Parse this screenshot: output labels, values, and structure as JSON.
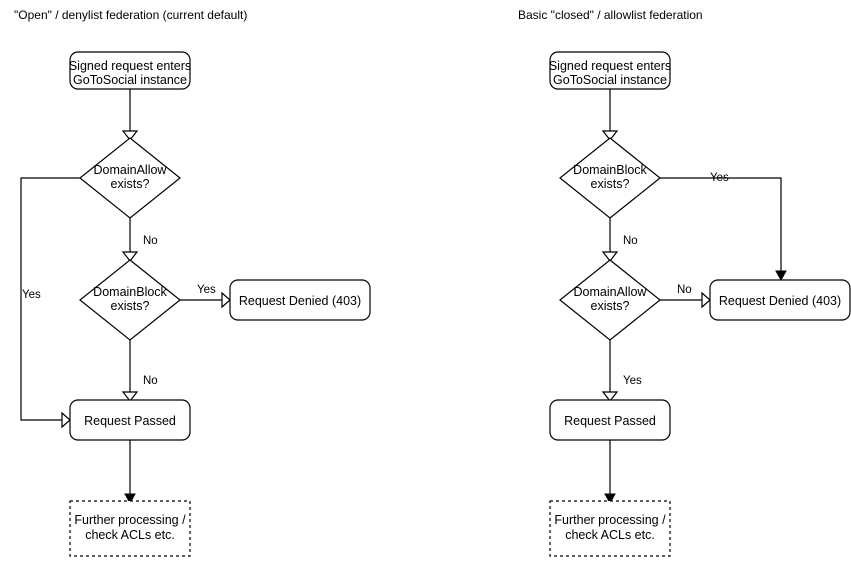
{
  "diagram": {
    "type": "flowchart",
    "panels": [
      {
        "id": "open-denylist",
        "title": "\"Open\" / denylist federation (current default)",
        "nodes": {
          "start": {
            "label_line1": "Signed request enters",
            "label_line2": "GoToSocial instance",
            "shape": "rounded"
          },
          "decision1": {
            "label_line1": "DomainAllow",
            "label_line2": "exists?",
            "shape": "diamond"
          },
          "decision2": {
            "label_line1": "DomainBlock",
            "label_line2": "exists?",
            "shape": "diamond"
          },
          "denied": {
            "label": "Request Denied (403)",
            "shape": "rounded"
          },
          "passed": {
            "label": "Request Passed",
            "shape": "rounded"
          },
          "further": {
            "label_line1": "Further processing /",
            "label_line2": "check ACLs etc.",
            "shape": "dashed-rect"
          }
        },
        "edges": [
          {
            "from": "start",
            "to": "decision1",
            "label": ""
          },
          {
            "from": "decision1",
            "to": "passed",
            "label": "Yes"
          },
          {
            "from": "decision1",
            "to": "decision2",
            "label": "No"
          },
          {
            "from": "decision2",
            "to": "denied",
            "label": "Yes"
          },
          {
            "from": "decision2",
            "to": "passed",
            "label": "No"
          },
          {
            "from": "passed",
            "to": "further",
            "label": ""
          }
        ]
      },
      {
        "id": "closed-allowlist",
        "title": "Basic \"closed\" / allowlist federation",
        "nodes": {
          "start": {
            "label_line1": "Signed request enters",
            "label_line2": "GoToSocial instance",
            "shape": "rounded"
          },
          "decision1": {
            "label_line1": "DomainBlock",
            "label_line2": "exists?",
            "shape": "diamond"
          },
          "decision2": {
            "label_line1": "DomainAllow",
            "label_line2": "exists?",
            "shape": "diamond"
          },
          "denied": {
            "label": "Request Denied (403)",
            "shape": "rounded"
          },
          "passed": {
            "label": "Request Passed",
            "shape": "rounded"
          },
          "further": {
            "label_line1": "Further processing /",
            "label_line2": "check ACLs etc.",
            "shape": "dashed-rect"
          }
        },
        "edges": [
          {
            "from": "start",
            "to": "decision1",
            "label": ""
          },
          {
            "from": "decision1",
            "to": "denied",
            "label": "Yes"
          },
          {
            "from": "decision1",
            "to": "decision2",
            "label": "No"
          },
          {
            "from": "decision2",
            "to": "denied",
            "label": "No"
          },
          {
            "from": "decision2",
            "to": "passed",
            "label": "Yes"
          },
          {
            "from": "passed",
            "to": "further",
            "label": ""
          }
        ]
      }
    ],
    "colors": {
      "stroke": "#000000",
      "fill": "#ffffff",
      "text": "#000000",
      "background": "#ffffff"
    }
  }
}
